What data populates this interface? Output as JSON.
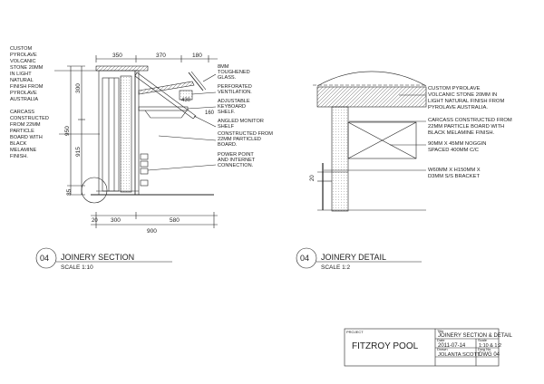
{
  "section": {
    "dims_top": [
      "350",
      "370",
      "180"
    ],
    "dims_left": [
      "300",
      "915",
      "950",
      "35"
    ],
    "dims_bottom": [
      "300",
      "580",
      "900",
      "20"
    ],
    "dim_angle": "430",
    "dim_small": "160",
    "notes_left": [
      "CUSTOM",
      "PYROLAVE",
      "VOLCANIC",
      "STONE 20MM",
      "IN LIGHT",
      "NATURAL",
      "FINISH FROM",
      "PYROLAVE",
      "AUSTRALIA",
      "",
      "CARCASS",
      "CONSTRUCTED",
      "FROM 22MM",
      "PARTICLE",
      "BOARD WITH",
      "BLACK",
      "MELAMINE",
      "FINISH."
    ],
    "notes_right": [
      [
        "8MM",
        "TOUGHENED",
        "GLASS."
      ],
      [
        "PERFORATED",
        "VENTILATION."
      ],
      [
        "ADJUSTABLE",
        "KEYBOARD",
        "SHELF."
      ],
      [
        "ANGLED MONITOR",
        "SHELF"
      ],
      [
        "CONSTRUCTED FROM",
        "22MM PARTICLED",
        "BOARD."
      ],
      [
        "POWER POINT",
        "AND INTERNET",
        "CONNECTION."
      ]
    ],
    "label_number": "04",
    "label_title": "JOINERY SECTION",
    "label_scale": "SCALE 1:10"
  },
  "detail": {
    "notes": [
      [
        "CUSTOM PYROLAVE",
        "VOLCANIC STONE 20MM IN",
        "LIGHT NATURAL FINISH FROM",
        "PYROLAVE AUSTRALIA."
      ],
      [
        "CARCASS CONSTRUCTED FROM",
        "22MM PARTICLE BOARD WITH",
        "BLACK MELAMINE FINISH."
      ],
      [
        "90MM X 45MM NOGGIN",
        "SPACED 400MM C/C"
      ],
      [
        "W60MM X H150MM X",
        "D3MM S/S BRACKET"
      ]
    ],
    "dim": "20",
    "label_number": "04",
    "label_title": "JOINERY DETAIL",
    "label_scale": "SCALE 1:2"
  },
  "title_block": {
    "project_caption": "PROJECT",
    "project": "FITZROY POOL",
    "title_caption": "Title",
    "title": "JOINERY SECTION & DETAIL",
    "date_caption": "Date",
    "date": "2011-07-14",
    "scale_caption": "Scale",
    "scale": "1:10 & 1:2",
    "drawn_caption": "Drawn",
    "drawn": "JOLANTA SCOTT",
    "dwg_caption": "Dwg No.",
    "dwg": "DWG 04"
  }
}
